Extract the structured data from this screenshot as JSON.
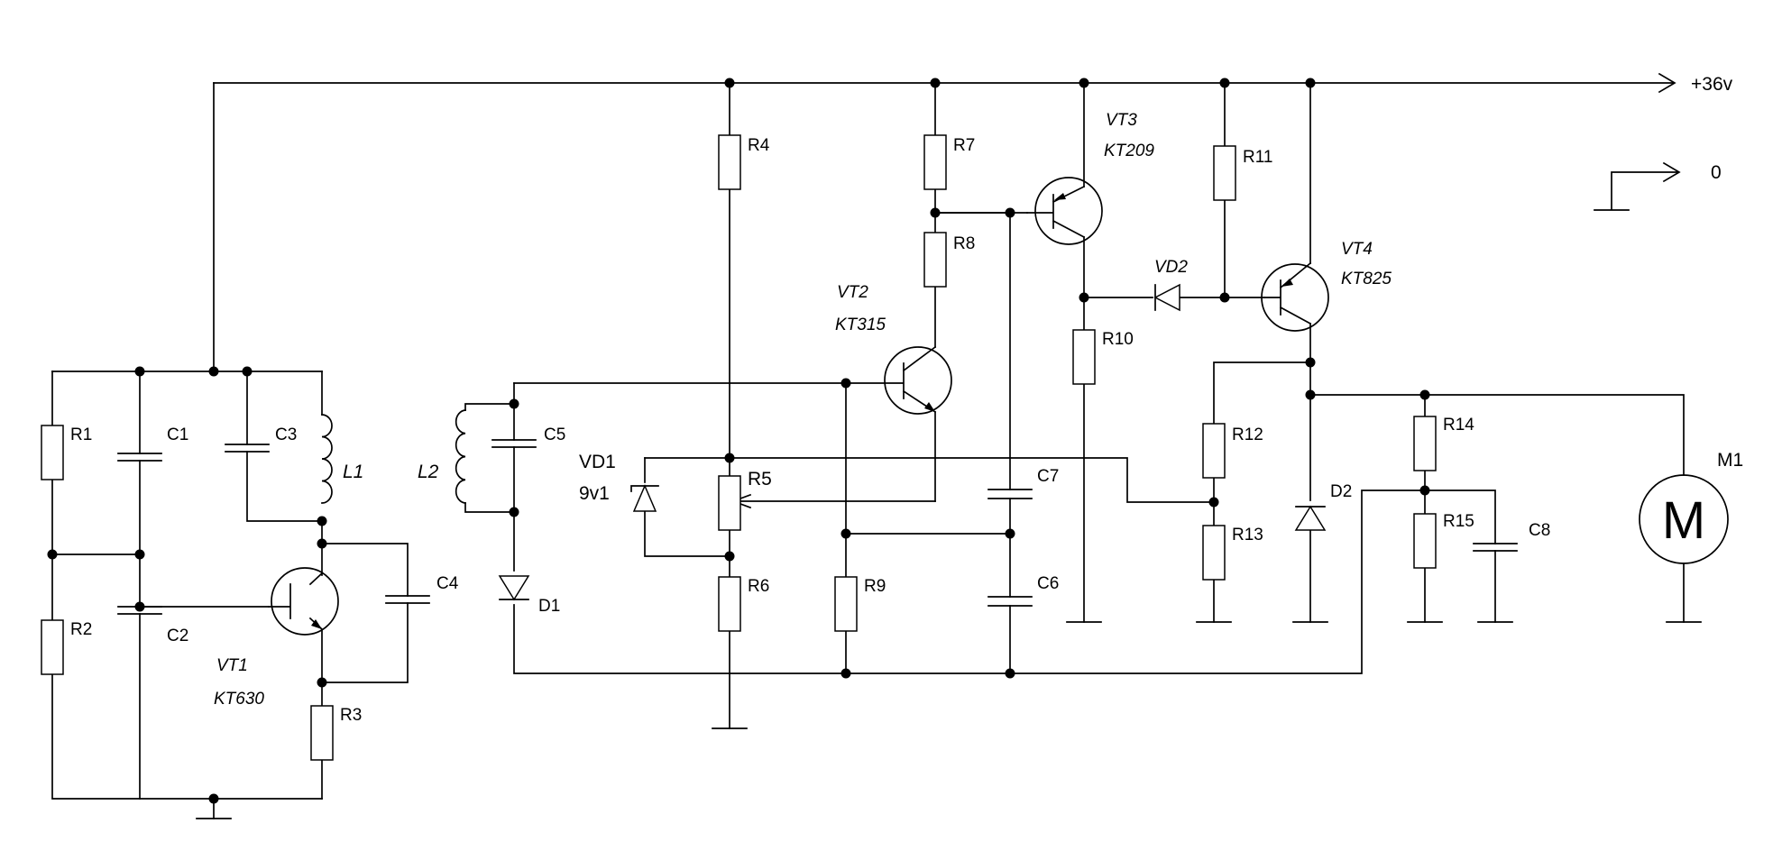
{
  "supply": {
    "label": "+36v"
  },
  "ground_legend": {
    "label": "0"
  },
  "resistors": [
    "R1",
    "R2",
    "R3",
    "R4",
    "R5",
    "R6",
    "R7",
    "R8",
    "R9",
    "R10",
    "R11",
    "R12",
    "R13",
    "R14",
    "R15"
  ],
  "capacitors": [
    "C1",
    "C2",
    "C3",
    "C4",
    "C5",
    "C6",
    "C7",
    "C8"
  ],
  "inductors": [
    "L1",
    "L2"
  ],
  "diodes": {
    "d1": "D1",
    "d2": "D2",
    "vd2": "VD2"
  },
  "zener": {
    "ref": "VD1",
    "value": "9v1"
  },
  "transistors": [
    {
      "ref": "VT1",
      "type": "KT630"
    },
    {
      "ref": "VT2",
      "type": "KT315"
    },
    {
      "ref": "VT3",
      "type": "KT209"
    },
    {
      "ref": "VT4",
      "type": "KT825"
    }
  ],
  "motor": {
    "ref": "M1",
    "symbol": "M"
  }
}
